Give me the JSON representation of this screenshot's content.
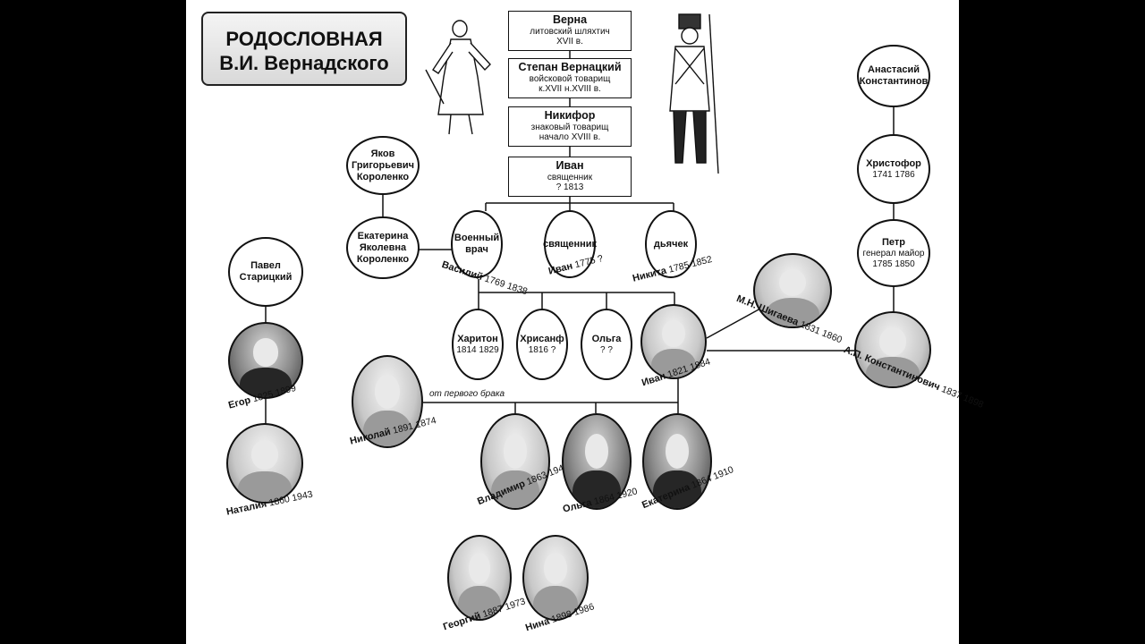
{
  "title": {
    "line1": "РОДОСЛОВНАЯ",
    "line2": "В.И. Вернадского"
  },
  "lineage": [
    {
      "name": "Верна",
      "desc": "литовский шляхтич\nXVII в."
    },
    {
      "name": "Степан Вернацкий",
      "desc": "войсковой товарищ\nк.XVII   н.XVIII в."
    },
    {
      "name": "Никифор",
      "desc": "знаковый товарищ\nначало XVIII в."
    },
    {
      "name": "Иван",
      "desc": "священник\n?  1813"
    }
  ],
  "korolenko": {
    "yakov": "Яков\nГригорьевич\nКороленко",
    "ekaterina": "Екатерина\nЯколевна\nКороленко"
  },
  "ivan_sons": [
    {
      "circle": "Военный\nврач",
      "name": "Василий",
      "years": "1769 1838"
    },
    {
      "circle": "священник",
      "name": "Иван",
      "years": "1775 ?"
    },
    {
      "circle": "дьячек",
      "name": "Никита",
      "years": "1785 1852"
    }
  ],
  "vasily_children": [
    {
      "name": "Харитон",
      "years": "1814 1829"
    },
    {
      "name": "Хрисанф",
      "years": "1816 ?"
    },
    {
      "name": "Ольга",
      "years": "?   ?"
    }
  ],
  "ivan_main": {
    "name": "Иван",
    "years": "1821 1884"
  },
  "shigaeva": {
    "name": "М.Н. Шигаева",
    "years": "1831 1860"
  },
  "konstantinovich": {
    "name": "А.П. Константинович",
    "years": "1837 1898"
  },
  "konst_line": [
    {
      "name": "Анастасий\nКонстантинов",
      "desc": ""
    },
    {
      "name": "Христофор",
      "desc": "1741 1786"
    },
    {
      "name": "Петр",
      "desc": "генерал майор\n1785 1850"
    }
  ],
  "staritsky": {
    "pavel": "Павел\nСтарицкий"
  },
  "egor": {
    "name": "Егор",
    "years": "1825 1899"
  },
  "natalia": {
    "name": "Наталия",
    "years": "1860 1943"
  },
  "nikolay": {
    "name": "Николай",
    "years": "1891 1874"
  },
  "first_marriage_note": "от первого брака",
  "children": [
    {
      "name": "Владимир",
      "years": "1863 1945"
    },
    {
      "name": "Ольга",
      "years": "1864 1920"
    },
    {
      "name": "Екатерина",
      "years": "1864 1910"
    }
  ],
  "grandchildren": [
    {
      "name": "Георгий",
      "years": "1887 1973"
    },
    {
      "name": "Нина",
      "years": "1898 1986"
    }
  ]
}
